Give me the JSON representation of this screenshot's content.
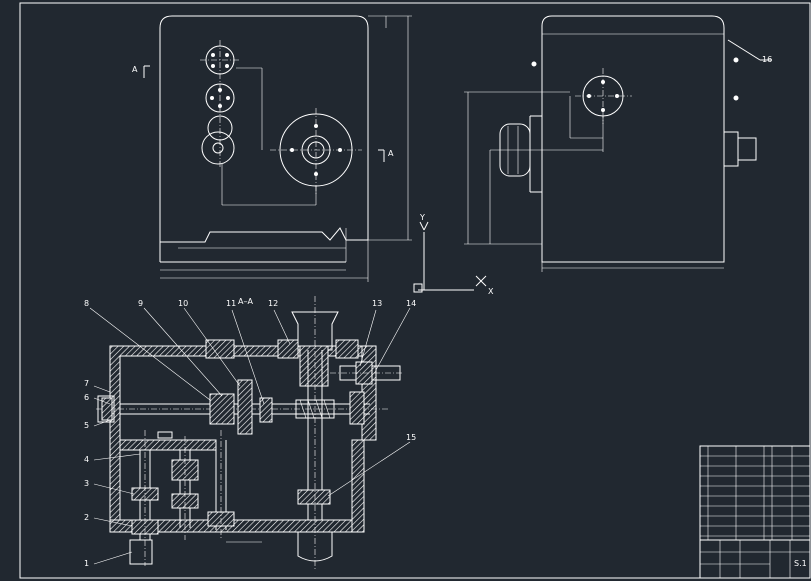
{
  "section_label": "A–A",
  "view_marker_left": "A",
  "view_marker_right": "A",
  "axis_y": "Y",
  "axis_x": "X",
  "balloons": [
    "1",
    "2",
    "3",
    "4",
    "5",
    "6",
    "7",
    "8",
    "9",
    "10",
    "11",
    "12",
    "13",
    "14",
    "15",
    "16"
  ],
  "colors": {
    "background": "#212830",
    "line": "#ffffff"
  },
  "title_block": {
    "code": "S.1"
  }
}
